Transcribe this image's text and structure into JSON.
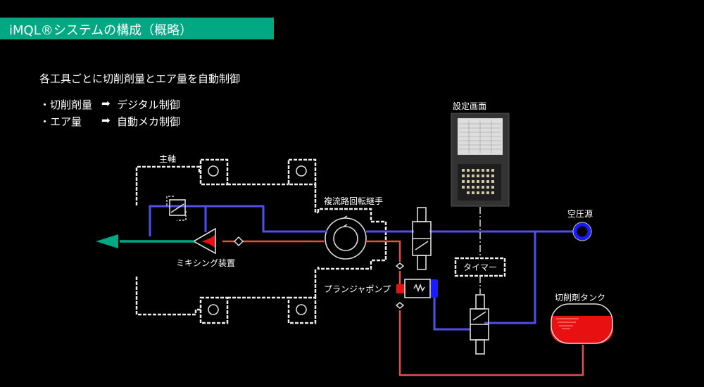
{
  "title": "iMQL®システムの構成（概略）",
  "headline": "各工具ごとに切削剤量とエア量を自動制御",
  "bullets": [
    {
      "item": "・切削剤量",
      "arrow": "➡",
      "value": "デジタル制御"
    },
    {
      "item": "・エア量",
      "arrow": "➡",
      "value": "自動メカ制御"
    }
  ],
  "labels": {
    "spindle": "主軸",
    "rotary_joint": "複流路回転継手",
    "mixing_device": "ミキシング装置",
    "settings_screen": "設定画面",
    "air_source": "空圧源",
    "timer": "タイマー",
    "plunger_pump": "プランジャポンプ",
    "coolant_tank": "切削剤タンク"
  },
  "colors": {
    "title_bg": "#00a884",
    "air_line": "#4a4ae0",
    "coolant_line": "#e04040",
    "output_arrow": "#00a884",
    "tank_fill": "#e81010"
  }
}
